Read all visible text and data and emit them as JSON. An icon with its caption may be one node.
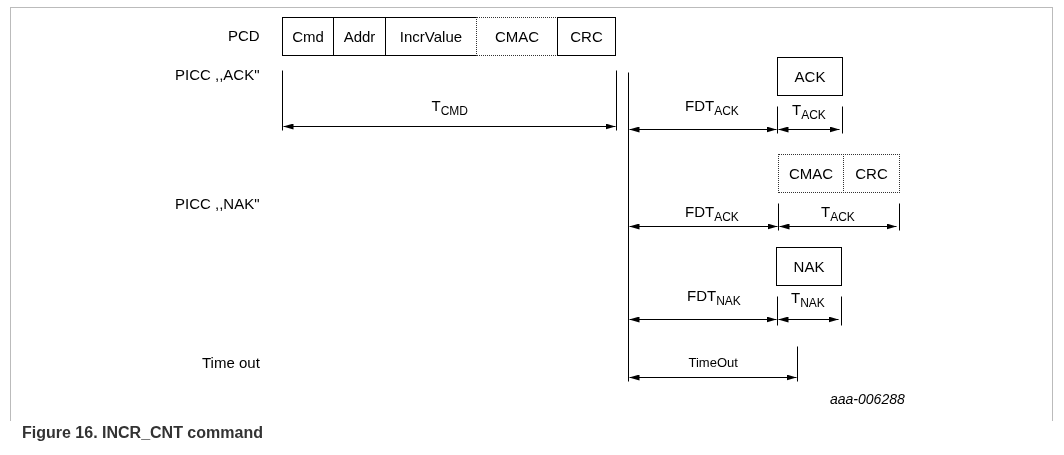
{
  "diagram": {
    "caption": "Figure 16. INCR_CNT command",
    "nodes": [
      {
        "text": [
          "Cmd"
        ]
      },
      {
        "text": [
          "Addr"
        ]
      },
      {
        "text": [
          "IncrValue"
        ]
      },
      {
        "text": [
          "CMAC"
        ]
      },
      {
        "text": [
          "CRC"
        ]
      },
      {
        "text": [
          "ACK"
        ]
      },
      {
        "text": [
          "CMAC"
        ]
      },
      {
        "text": [
          "CRC"
        ]
      },
      {
        "text": [
          "NAK"
        ]
      }
    ],
    "labels": [
      "PCD",
      "PICC ,,ACK\"",
      "T$_{CMD}$",
      "FDT$_{ACK}$",
      "T$_{ACK}$",
      "PICC ,,NAK\"",
      "FDT$_{ACK}$",
      "T$_{ACK}$",
      "FDT$_{NAK}$",
      "T$_{NAK}$",
      "Time out",
      "TimeOut",
      "aaa-006288"
    ]
  }
}
